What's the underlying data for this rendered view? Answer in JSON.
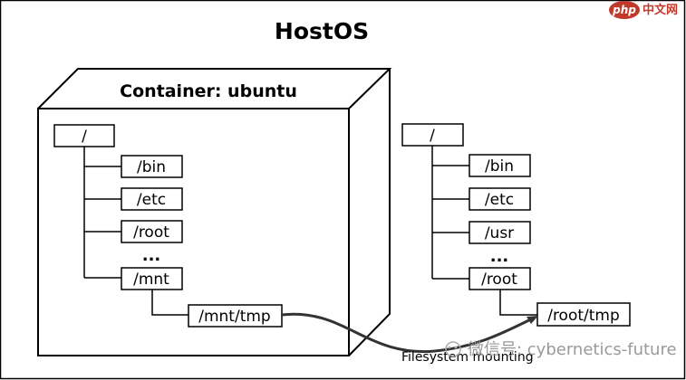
{
  "diagram": {
    "title": "HostOS",
    "container": {
      "title": "Container: ubuntu",
      "root": "/",
      "children": [
        "/bin",
        "/etc",
        "/root",
        "...",
        "/mnt"
      ],
      "mount_child": "/mnt/tmp"
    },
    "host": {
      "root": "/",
      "children": [
        "/bin",
        "/etc",
        "/usr",
        "...",
        "/root"
      ],
      "mount_child": "/root/tmp"
    },
    "edge_label": "Filesystem mounting"
  },
  "watermark": {
    "logo_php": "php",
    "logo_cn": "中文网",
    "text": "微信号: cybernetics-future"
  }
}
